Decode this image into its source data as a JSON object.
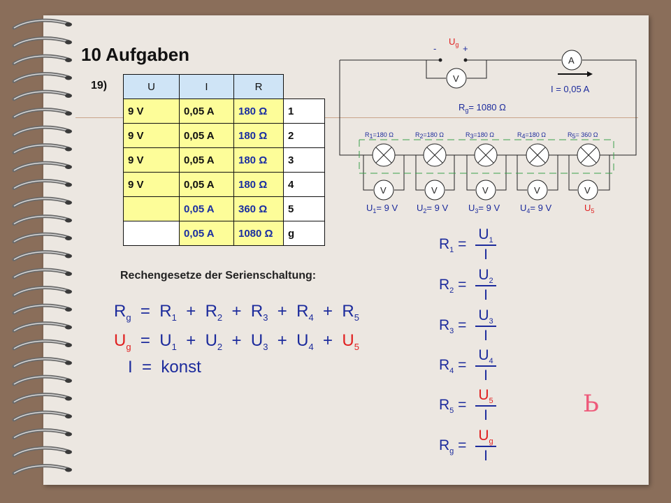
{
  "title": "10 Aufgaben",
  "exercise_number": "19)",
  "table": {
    "headers": [
      "U",
      "I",
      "R"
    ],
    "rows": [
      {
        "u": "9 V",
        "i": "0,05 A",
        "r": "180 Ω",
        "idx": "1"
      },
      {
        "u": "9 V",
        "i": "0,05 A",
        "r": "180 Ω",
        "idx": "2"
      },
      {
        "u": "9 V",
        "i": "0,05 A",
        "r": "180 Ω",
        "idx": "3"
      },
      {
        "u": "9 V",
        "i": "0,05 A",
        "r": "180 Ω",
        "idx": "4"
      },
      {
        "u": "",
        "i": "0,05 A",
        "r": "360 Ω",
        "idx": "5"
      },
      {
        "u": "",
        "i": "0,05 A",
        "r": "1080 Ω",
        "idx": "g"
      }
    ]
  },
  "laws_title": "Rechengesetze der Serienschaltung:",
  "formulas": {
    "rg_lhs": "R",
    "rg_lhs_sub": "g",
    "rg_terms": [
      {
        "t": "R",
        "s": "1"
      },
      {
        "t": "R",
        "s": "2"
      },
      {
        "t": "R",
        "s": "3"
      },
      {
        "t": "R",
        "s": "4"
      },
      {
        "t": "R",
        "s": "5"
      }
    ],
    "ug_lhs": "U",
    "ug_lhs_sub": "g",
    "ug_terms": [
      {
        "t": "U",
        "s": "1"
      },
      {
        "t": "U",
        "s": "2"
      },
      {
        "t": "U",
        "s": "3"
      },
      {
        "t": "U",
        "s": "4"
      },
      {
        "t": "U",
        "s": "5"
      }
    ],
    "i_lhs": "I",
    "i_rhs": "konst"
  },
  "ohm": [
    {
      "r": "R",
      "rs": "1",
      "u": "U",
      "us": "1",
      "i": "I"
    },
    {
      "r": "R",
      "rs": "2",
      "u": "U",
      "us": "2",
      "i": "I"
    },
    {
      "r": "R",
      "rs": "3",
      "u": "U",
      "us": "3",
      "i": "I"
    },
    {
      "r": "R",
      "rs": "4",
      "u": "U",
      "us": "4",
      "i": "I"
    },
    {
      "r": "R",
      "rs": "5",
      "u": "U",
      "us": "5",
      "i": "I"
    },
    {
      "r": "R",
      "rs": "g",
      "u": "U",
      "us": "g",
      "i": "I"
    }
  ],
  "circuit": {
    "source_label": "U",
    "source_sub": "g",
    "minus": "-",
    "plus": "+",
    "voltmeter": "V",
    "ammeter": "A",
    "current": "I = 0,05 A",
    "rg_label": "R",
    "rg_sub": "g",
    "rg_value": "= 1080 Ω",
    "lamps": [
      {
        "r": "R",
        "s": "1",
        "v": "=180 Ω",
        "u": "U",
        "us": "1",
        "uv": "= 9 V"
      },
      {
        "r": "R",
        "s": "2",
        "v": "=180 Ω",
        "u": "U",
        "us": "2",
        "uv": "= 9 V"
      },
      {
        "r": "R",
        "s": "3",
        "v": "=180 Ω",
        "u": "U",
        "us": "3",
        "uv": "= 9 V"
      },
      {
        "r": "R",
        "s": "4",
        "v": "=180 Ω",
        "u": "U",
        "us": "4",
        "uv": "= 9 V"
      },
      {
        "r": "R",
        "s": "5",
        "v": "= 360 Ω",
        "u": "U",
        "us": "5",
        "uv": ""
      }
    ]
  },
  "colors": {
    "blue": "#1c2b9c",
    "red": "#e02020",
    "table_header": "#cfe4f6",
    "table_yellow": "#fdfd99"
  },
  "pen_glyph": "Ь"
}
